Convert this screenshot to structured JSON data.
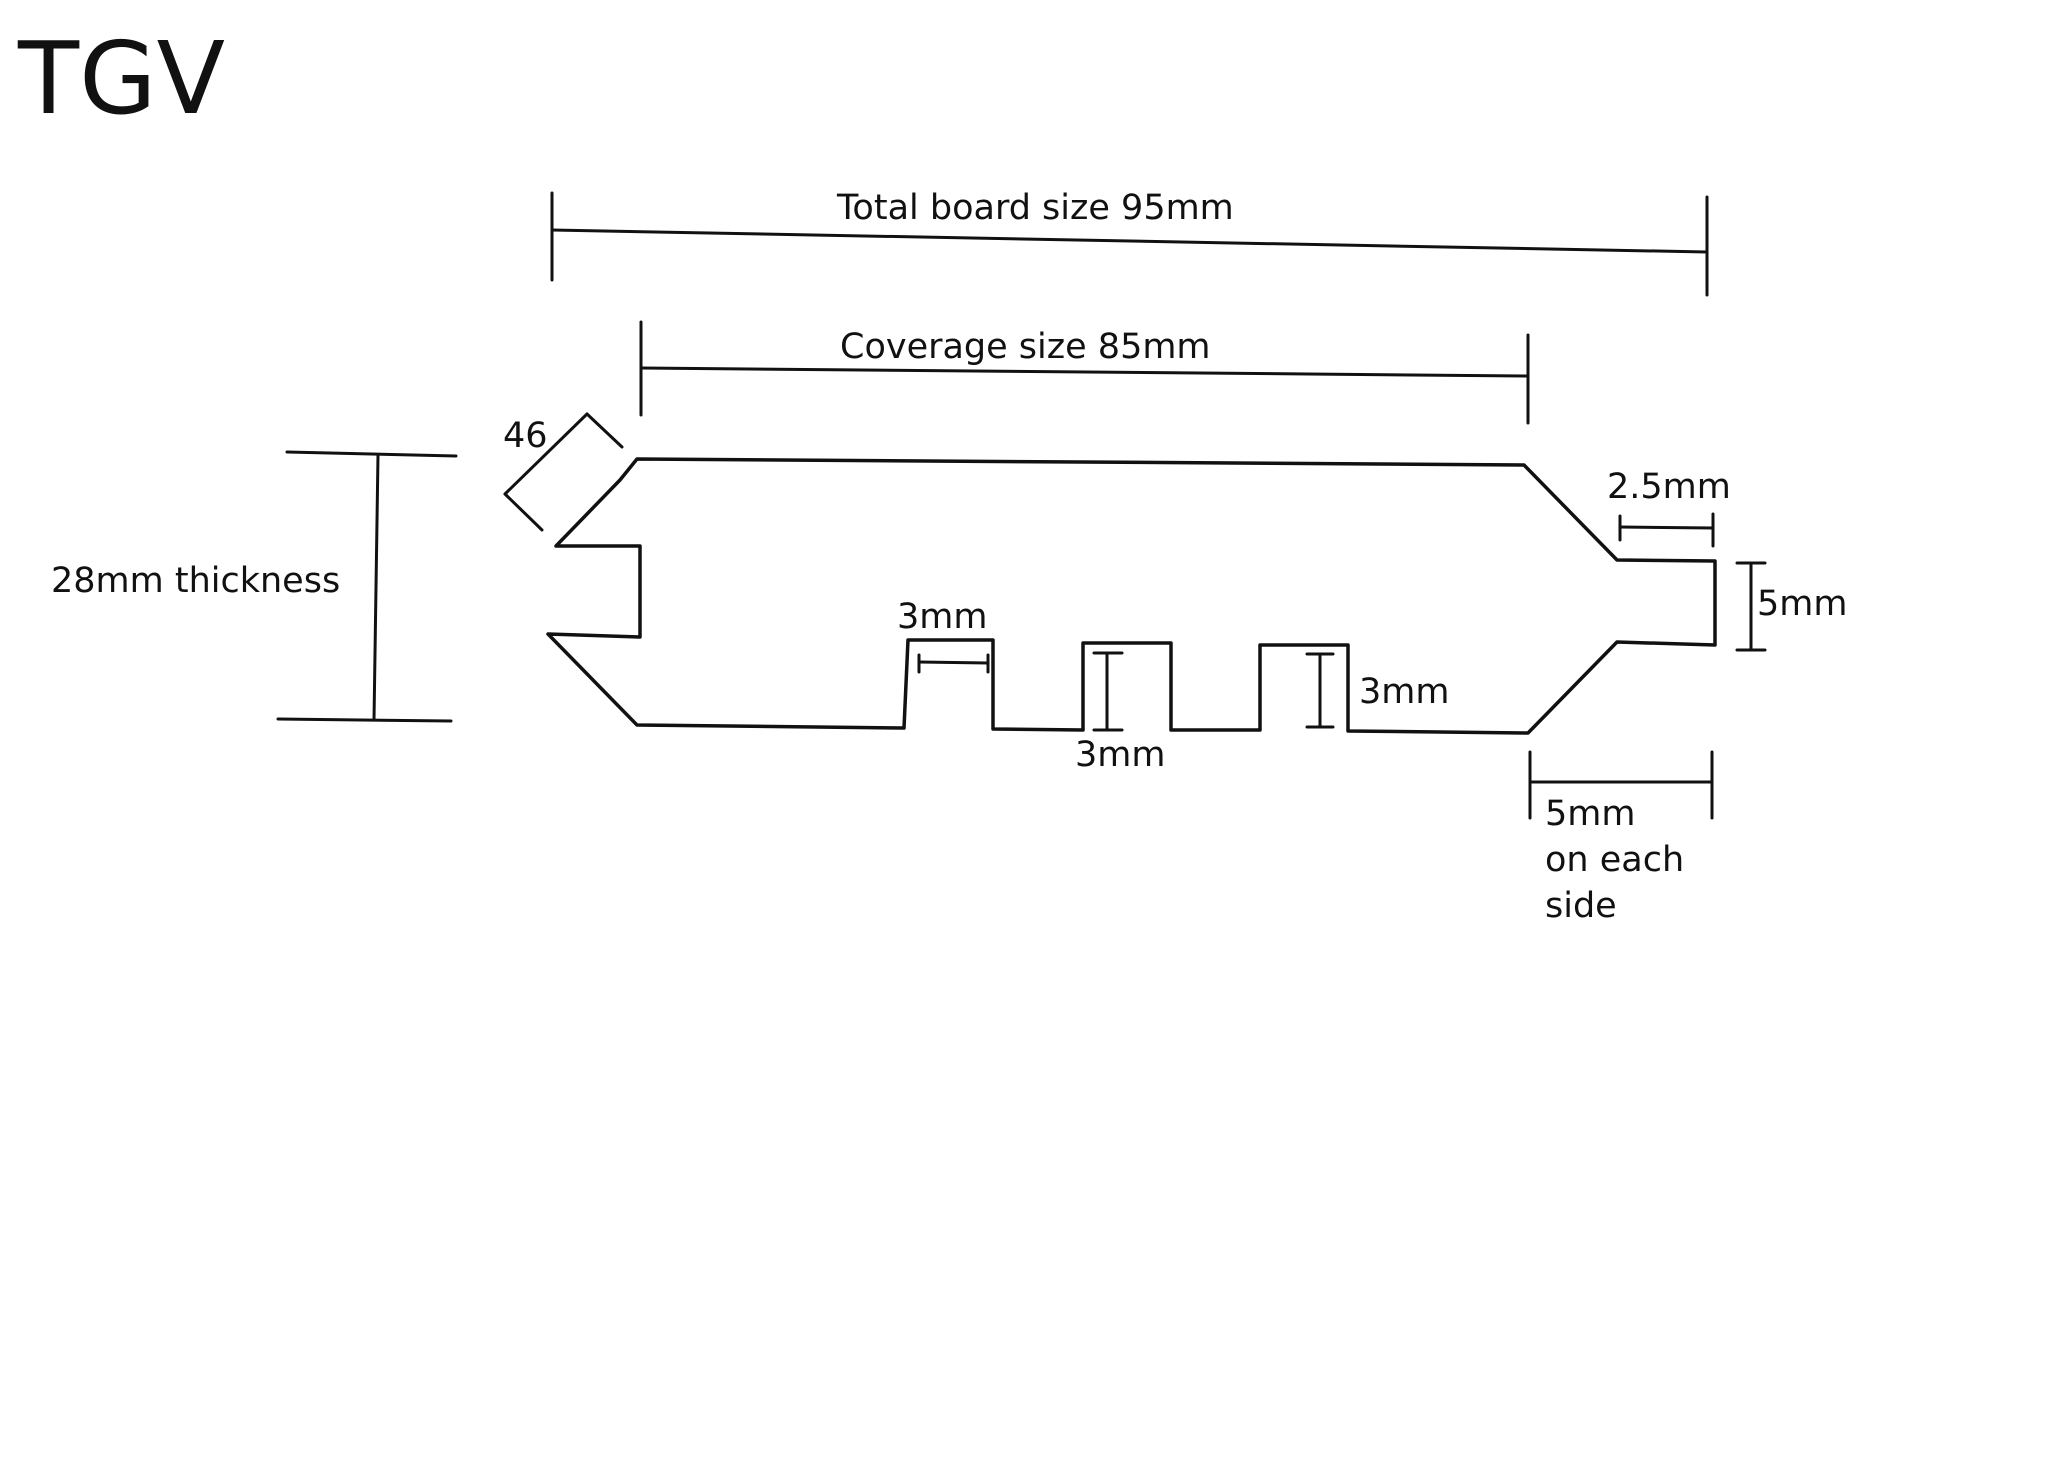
{
  "title": "TGV",
  "labels": {
    "total_board_size": "Total board size 95mm",
    "coverage_size": "Coverage size 85mm",
    "thickness": "28mm thickness",
    "chamfer_angle": "46",
    "tongue_length": "2.5mm",
    "tongue_height": "5mm",
    "groove_width": "3mm",
    "groove_height_middle": "3mm",
    "groove_height_right": "3mm",
    "chamfer_width_line1": "5mm",
    "chamfer_width_line2": "on each",
    "chamfer_width_line3": "side"
  }
}
